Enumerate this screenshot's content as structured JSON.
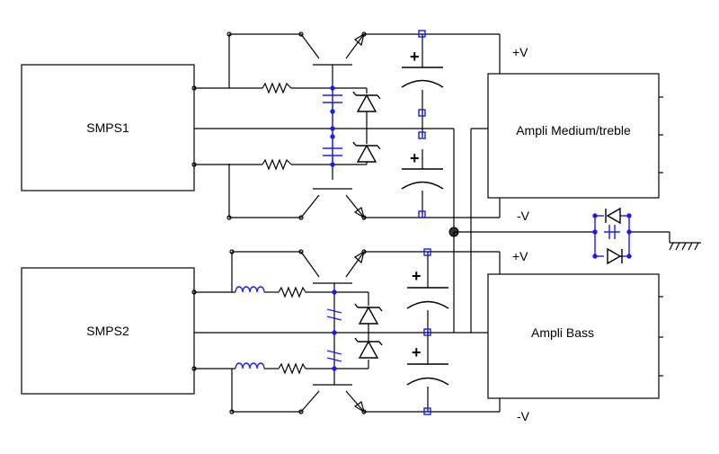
{
  "blocks": {
    "smps1": "SMPS1",
    "smps2": "SMPS2",
    "amp_top": "Ampli Medium/treble",
    "amp_bottom": "Ampli Bass"
  },
  "rails": {
    "top_pos": "+V",
    "top_neg": "-V",
    "bottom_pos": "+V",
    "bottom_neg": "-V"
  },
  "capacitor_signs": [
    "+",
    "+",
    "+",
    "+"
  ]
}
